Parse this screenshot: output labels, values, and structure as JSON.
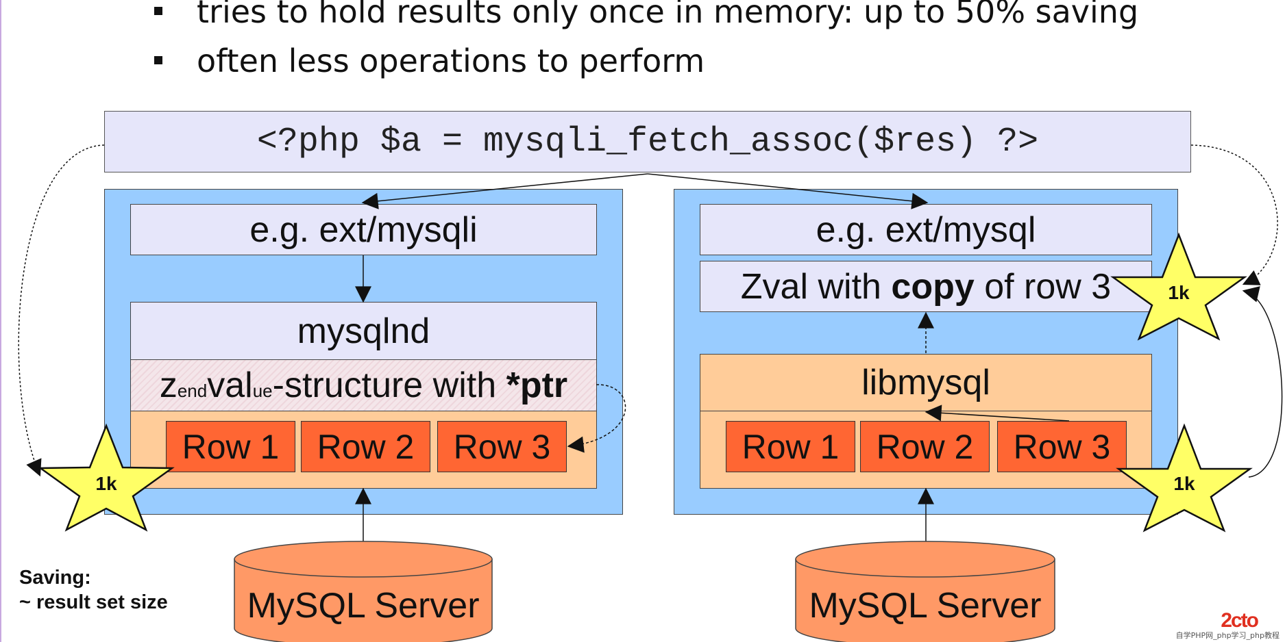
{
  "bullets": [
    "tries to hold results only once in memory: up to 50% saving",
    "often less operations to perform"
  ],
  "code_line": "<?php $a = mysqli_fetch_assoc($res) ?>",
  "left": {
    "ext_label": "e.g. ext/mysqli",
    "mysqlnd_label": "mysqlnd",
    "zval_z": "z",
    "zval_end": "end",
    "zval_val": "val",
    "zval_ue": "ue",
    "zval_rest": "-structure with ",
    "zval_ptr": "*ptr",
    "rows": [
      "Row 1",
      "Row 2",
      "Row 3"
    ],
    "server_label": "MySQL Server",
    "star_label": "1k"
  },
  "right": {
    "ext_label": "e.g. ext/mysql",
    "zval_pre": "Zval with ",
    "zval_bold": "copy",
    "zval_post": " of row 3",
    "libmysql_label": "libmysql",
    "rows": [
      "Row 1",
      "Row 2",
      "Row 3"
    ],
    "server_label": "MySQL Server",
    "star_top_label": "1k",
    "star_bottom_label": "1k"
  },
  "saving": {
    "line1": "Saving:",
    "line2": "~ result set size"
  },
  "watermark": {
    "logo": "2cto",
    "text": "自学PHP网_php学习_php教程"
  },
  "colors": {
    "panel": "#99ccff",
    "lavender": "#e6e6fa",
    "peach": "#ffcc99",
    "row": "#ff6633",
    "cylinder": "#ff9966",
    "star": "#ffff66"
  }
}
